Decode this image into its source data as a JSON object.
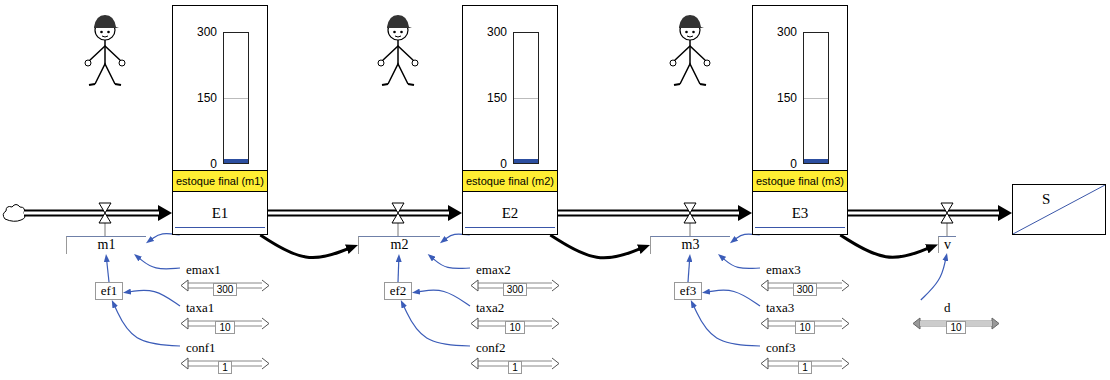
{
  "diagram": {
    "nodes": [
      {
        "text": [
          "300",
          "150",
          "0",
          "estoque final (m1)"
        ]
      },
      {
        "text": [
          "300",
          "150",
          "0",
          "estoque final (m2)"
        ]
      },
      {
        "text": [
          "300",
          "150",
          "0",
          "estoque final (m3)"
        ]
      },
      {
        "text": [
          "m1"
        ]
      },
      {
        "text": [
          "E1"
        ]
      },
      {
        "text": [
          "m2"
        ]
      },
      {
        "text": [
          "E2"
        ]
      },
      {
        "text": [
          "m3"
        ]
      },
      {
        "text": [
          "E3"
        ]
      },
      {
        "text": [
          "v"
        ]
      },
      {
        "text": [
          "S"
        ]
      },
      {
        "text": [
          "ef1"
        ]
      },
      {
        "text": [
          "emax1",
          "300"
        ]
      },
      {
        "text": [
          "taxa1",
          "10"
        ]
      },
      {
        "text": [
          "conf1",
          "1"
        ]
      },
      {
        "text": [
          "ef2"
        ]
      },
      {
        "text": [
          "emax2",
          "300"
        ]
      },
      {
        "text": [
          "taxa2",
          "10"
        ]
      },
      {
        "text": [
          "conf2",
          "1"
        ]
      },
      {
        "text": [
          "ef3"
        ]
      },
      {
        "text": [
          "emax3",
          "300"
        ]
      },
      {
        "text": [
          "taxa3",
          "10"
        ]
      },
      {
        "text": [
          "conf3",
          "1"
        ]
      },
      {
        "text": [
          "d",
          "10"
        ]
      }
    ],
    "edges": [
      {
        "from": 4,
        "to": 6,
        "arrow": "to"
      },
      {
        "from": 6,
        "to": 8,
        "arrow": "to"
      },
      {
        "from": 8,
        "to": 10,
        "arrow": "to"
      },
      {
        "from": 4,
        "to": 5,
        "arrow": "to"
      },
      {
        "from": 6,
        "to": 7,
        "arrow": "to"
      },
      {
        "from": 8,
        "to": 9,
        "arrow": "to"
      },
      {
        "from": 12,
        "to": 3,
        "arrow": "to"
      },
      {
        "from": 11,
        "to": 3,
        "arrow": "to"
      },
      {
        "from": 13,
        "to": 11,
        "arrow": "to"
      },
      {
        "from": 14,
        "to": 11,
        "arrow": "to"
      },
      {
        "from": 4,
        "to": 3,
        "arrow": "to"
      },
      {
        "from": 16,
        "to": 5,
        "arrow": "to"
      },
      {
        "from": 15,
        "to": 5,
        "arrow": "to"
      },
      {
        "from": 17,
        "to": 15,
        "arrow": "to"
      },
      {
        "from": 18,
        "to": 15,
        "arrow": "to"
      },
      {
        "from": 6,
        "to": 5,
        "arrow": "to"
      },
      {
        "from": 20,
        "to": 7,
        "arrow": "to"
      },
      {
        "from": 19,
        "to": 7,
        "arrow": "to"
      },
      {
        "from": 21,
        "to": 19,
        "arrow": "to"
      },
      {
        "from": 22,
        "to": 19,
        "arrow": "to"
      },
      {
        "from": 8,
        "to": 7,
        "arrow": "to"
      },
      {
        "from": 23,
        "to": 9,
        "arrow": "to"
      }
    ]
  }
}
